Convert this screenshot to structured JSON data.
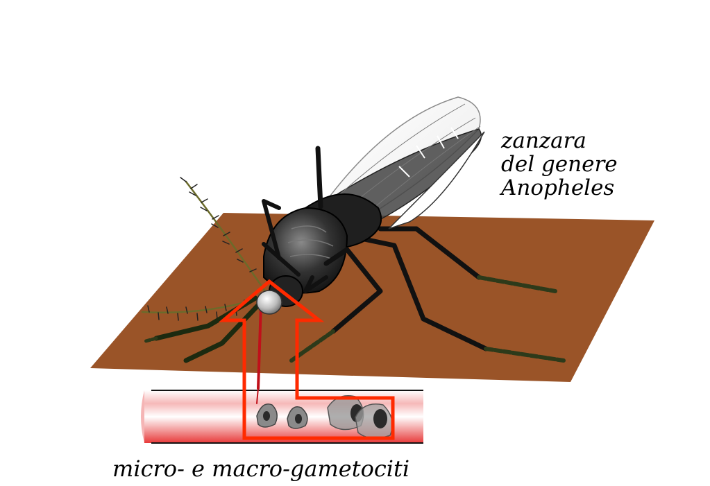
{
  "labels": {
    "mosquito": [
      "zanzara",
      "del genere",
      "Anopheles"
    ],
    "gametocytes": "micro- e macro-gametociti"
  },
  "colors": {
    "skin": "#9a5428",
    "arrow": "#ff2a00",
    "vessel_wall": "#e83a3a",
    "blood": "#c0101a",
    "mosquito_body": "#1a1a1a",
    "wing": "#b8b8b8",
    "cell": "#7a7a7a"
  },
  "icons": [
    "mosquito-icon",
    "skin-patch",
    "blood-vessel",
    "gametocyte-cell",
    "transfer-arrow"
  ]
}
